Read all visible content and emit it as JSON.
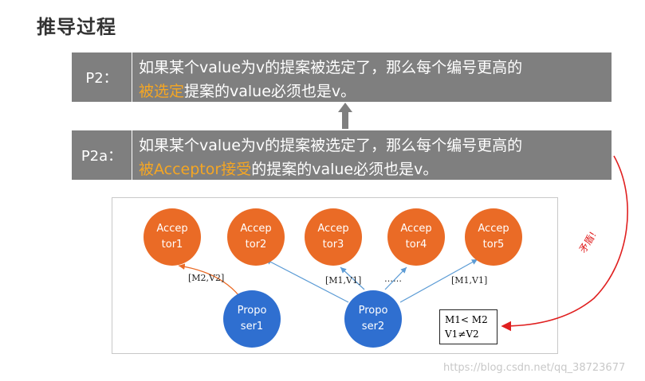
{
  "title": "推导过程",
  "p2": {
    "label": "P2：",
    "line1": "如果某个value为v的提案被选定了，那么每个编号更高的",
    "line2_highlight": "被选定",
    "line2_rest": "提案的value必须也是v。"
  },
  "p2a": {
    "label": "P2a：",
    "line1": "如果某个value为v的提案被选定了，那么每个编号更高的",
    "line2_highlight": "被Acceptor接受",
    "line2_rest": "的提案的value必须也是v。"
  },
  "acceptors": [
    {
      "l1": "Accep",
      "l2": "tor1"
    },
    {
      "l1": "Accep",
      "l2": "tor2"
    },
    {
      "l1": "Accep",
      "l2": "tor3"
    },
    {
      "l1": "Accep",
      "l2": "tor4"
    },
    {
      "l1": "Accep",
      "l2": "tor5"
    }
  ],
  "proposers": [
    {
      "l1": "Propo",
      "l2": "ser1"
    },
    {
      "l1": "Propo",
      "l2": "ser2"
    }
  ],
  "messages": {
    "m2v2": "[M2,V2]",
    "m1v1_left": "[M1,V1]",
    "dots": "……",
    "m1v1_right": "[M1,V1]"
  },
  "note": {
    "line1": "M1< M2",
    "line2": "V1≠V2"
  },
  "contradiction": "矛盾!",
  "watermark": "https://blog.csdn.net/qq_38723677",
  "colors": {
    "bar": "#7f7f7f",
    "highlight": "#f5a623",
    "acceptor": "#ea6b26",
    "proposer": "#2f6fd0",
    "edge_orange": "#ea6b26",
    "edge_blue": "#5b9bd5",
    "red_arrow": "#e02020"
  }
}
